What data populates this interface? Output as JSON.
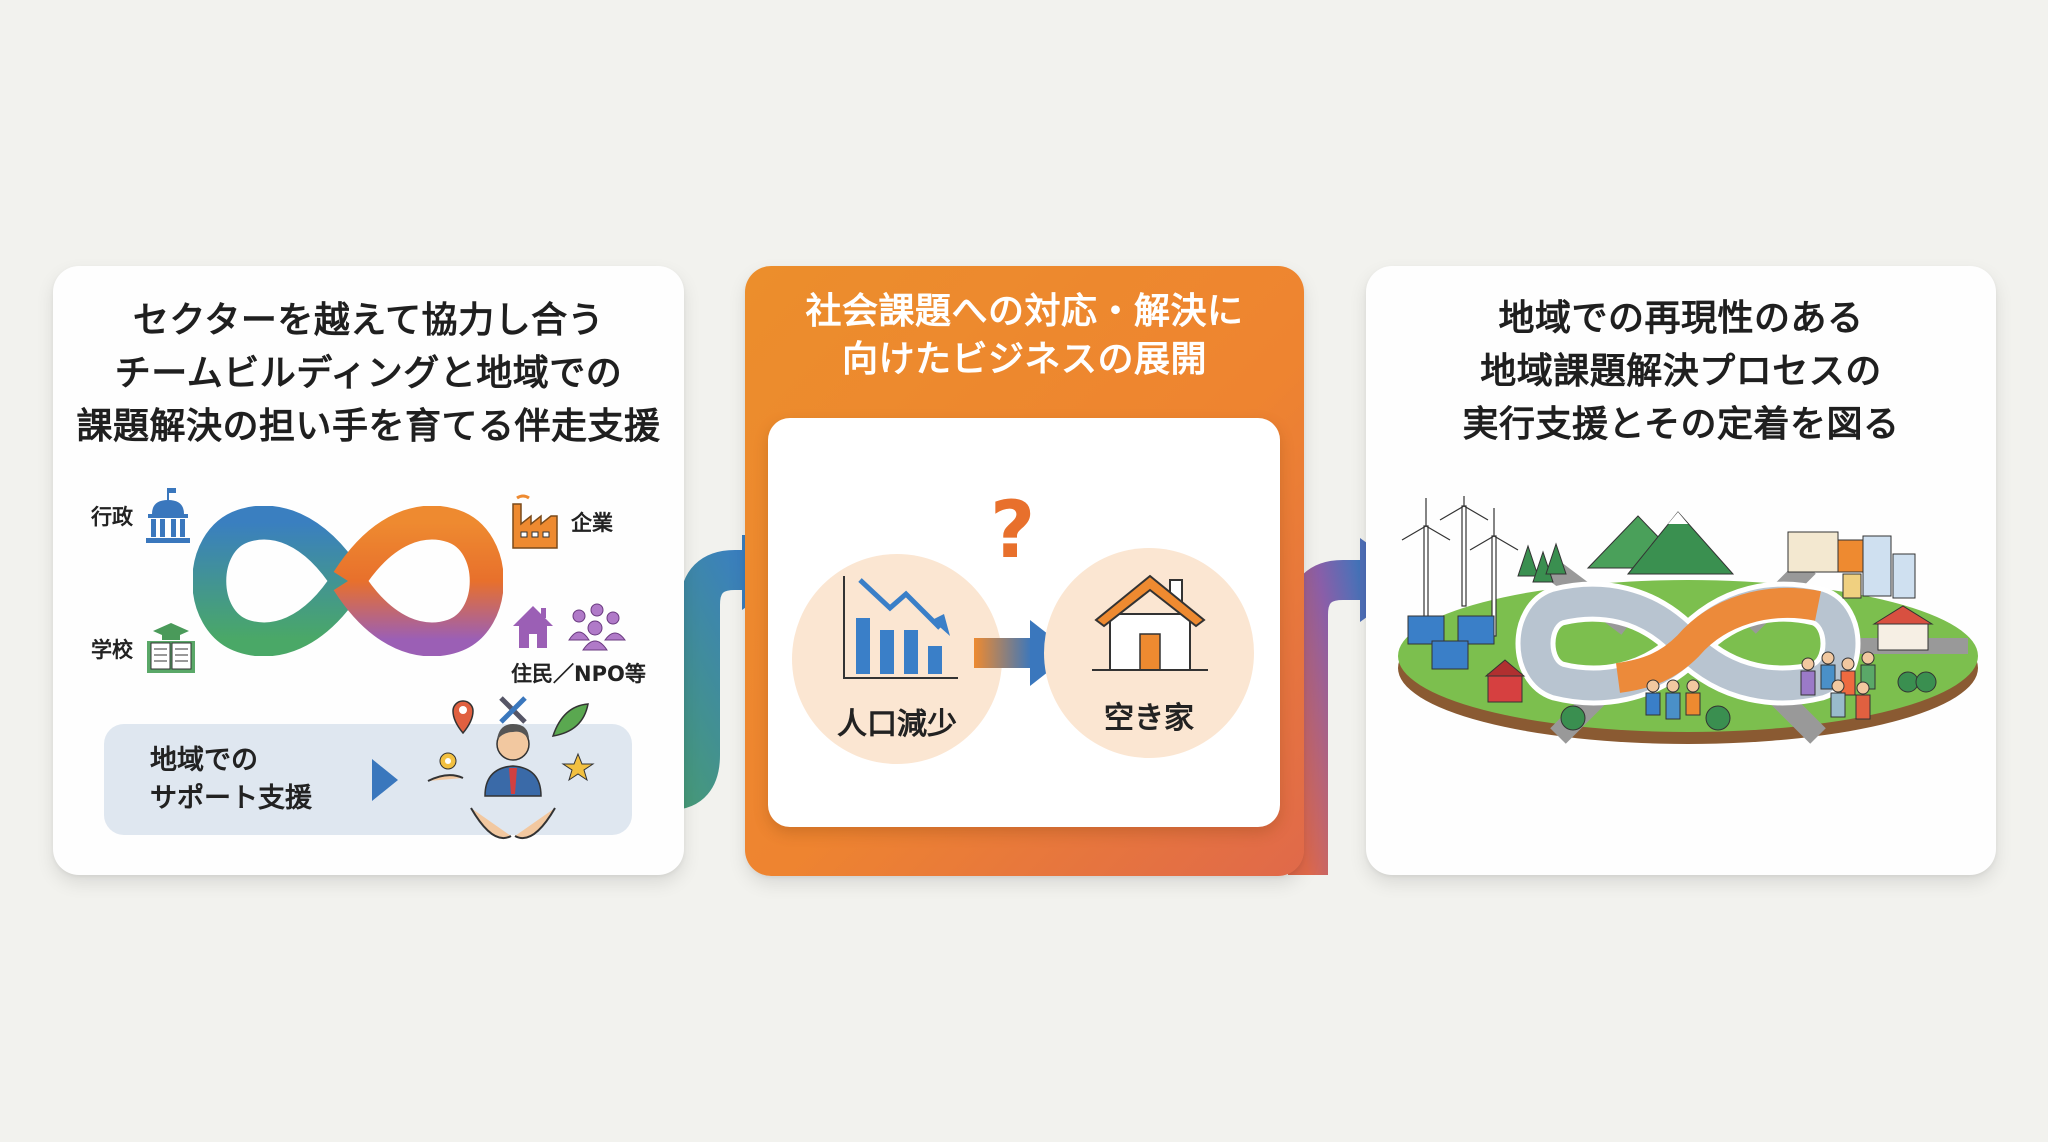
{
  "colors": {
    "background": "#f2f2ee",
    "card": "#fefefe",
    "orange_start": "#ec8e2c",
    "orange_end": "#e0694a",
    "support_box": "#dfe7f0",
    "blue": "#3a77bd",
    "green": "#4aa067",
    "purple": "#9b5fb5",
    "circle_fill": "#fbe6d2",
    "question": "#e8702c"
  },
  "steps": [
    {
      "title": "セクターを越えて協力し合う\nチームビルディングと地域での\n課題解決の担い手を育てる伴走支援",
      "sectors": [
        {
          "label": "行政",
          "icon": "government-building-icon"
        },
        {
          "label": "企業",
          "icon": "factory-icon"
        },
        {
          "label": "学校",
          "icon": "school-book-icon"
        },
        {
          "label": "住民／NPO等",
          "icon": "residents-community-icon"
        }
      ],
      "center_graphic": "infinity-loop",
      "support": {
        "label": "地域での\nサポート支援",
        "icon": "supporter-person-icon"
      }
    },
    {
      "title": "社会課題への対応・解決に\n向けたビジネスの展開",
      "issues": [
        {
          "label": "人口減少",
          "icon": "declining-chart-icon"
        },
        {
          "label": "空き家",
          "icon": "house-icon"
        }
      ],
      "question_mark": "?"
    },
    {
      "title": "地域での再現性のある\n地域課題解決プロセスの\n実行支援とその定着を図る",
      "illustration": "regional-community-landscape"
    }
  ]
}
